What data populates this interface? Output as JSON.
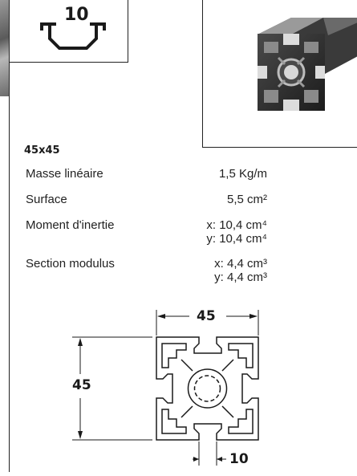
{
  "slot": {
    "label": "10"
  },
  "spec": {
    "title": "45x45",
    "rows": [
      {
        "label": "Masse linéaire",
        "values": [
          "1,5 Kg/m"
        ]
      },
      {
        "label": "Surface",
        "values": [
          "5,5 cm²"
        ]
      },
      {
        "label": "Moment d'inertie",
        "values": [
          "x: 10,4 cm⁴",
          "y: 10,4 cm⁴"
        ]
      },
      {
        "label": "Section modulus",
        "values": [
          "x: 4,4 cm³",
          "y: 4,4 cm³"
        ]
      }
    ]
  },
  "drawing": {
    "width_label": "45",
    "height_label": "45",
    "slot_label": "10"
  },
  "colors": {
    "line": "#1a1a1a",
    "profile_dark": "#2b2b2b",
    "profile_light": "#6e6e6e"
  }
}
